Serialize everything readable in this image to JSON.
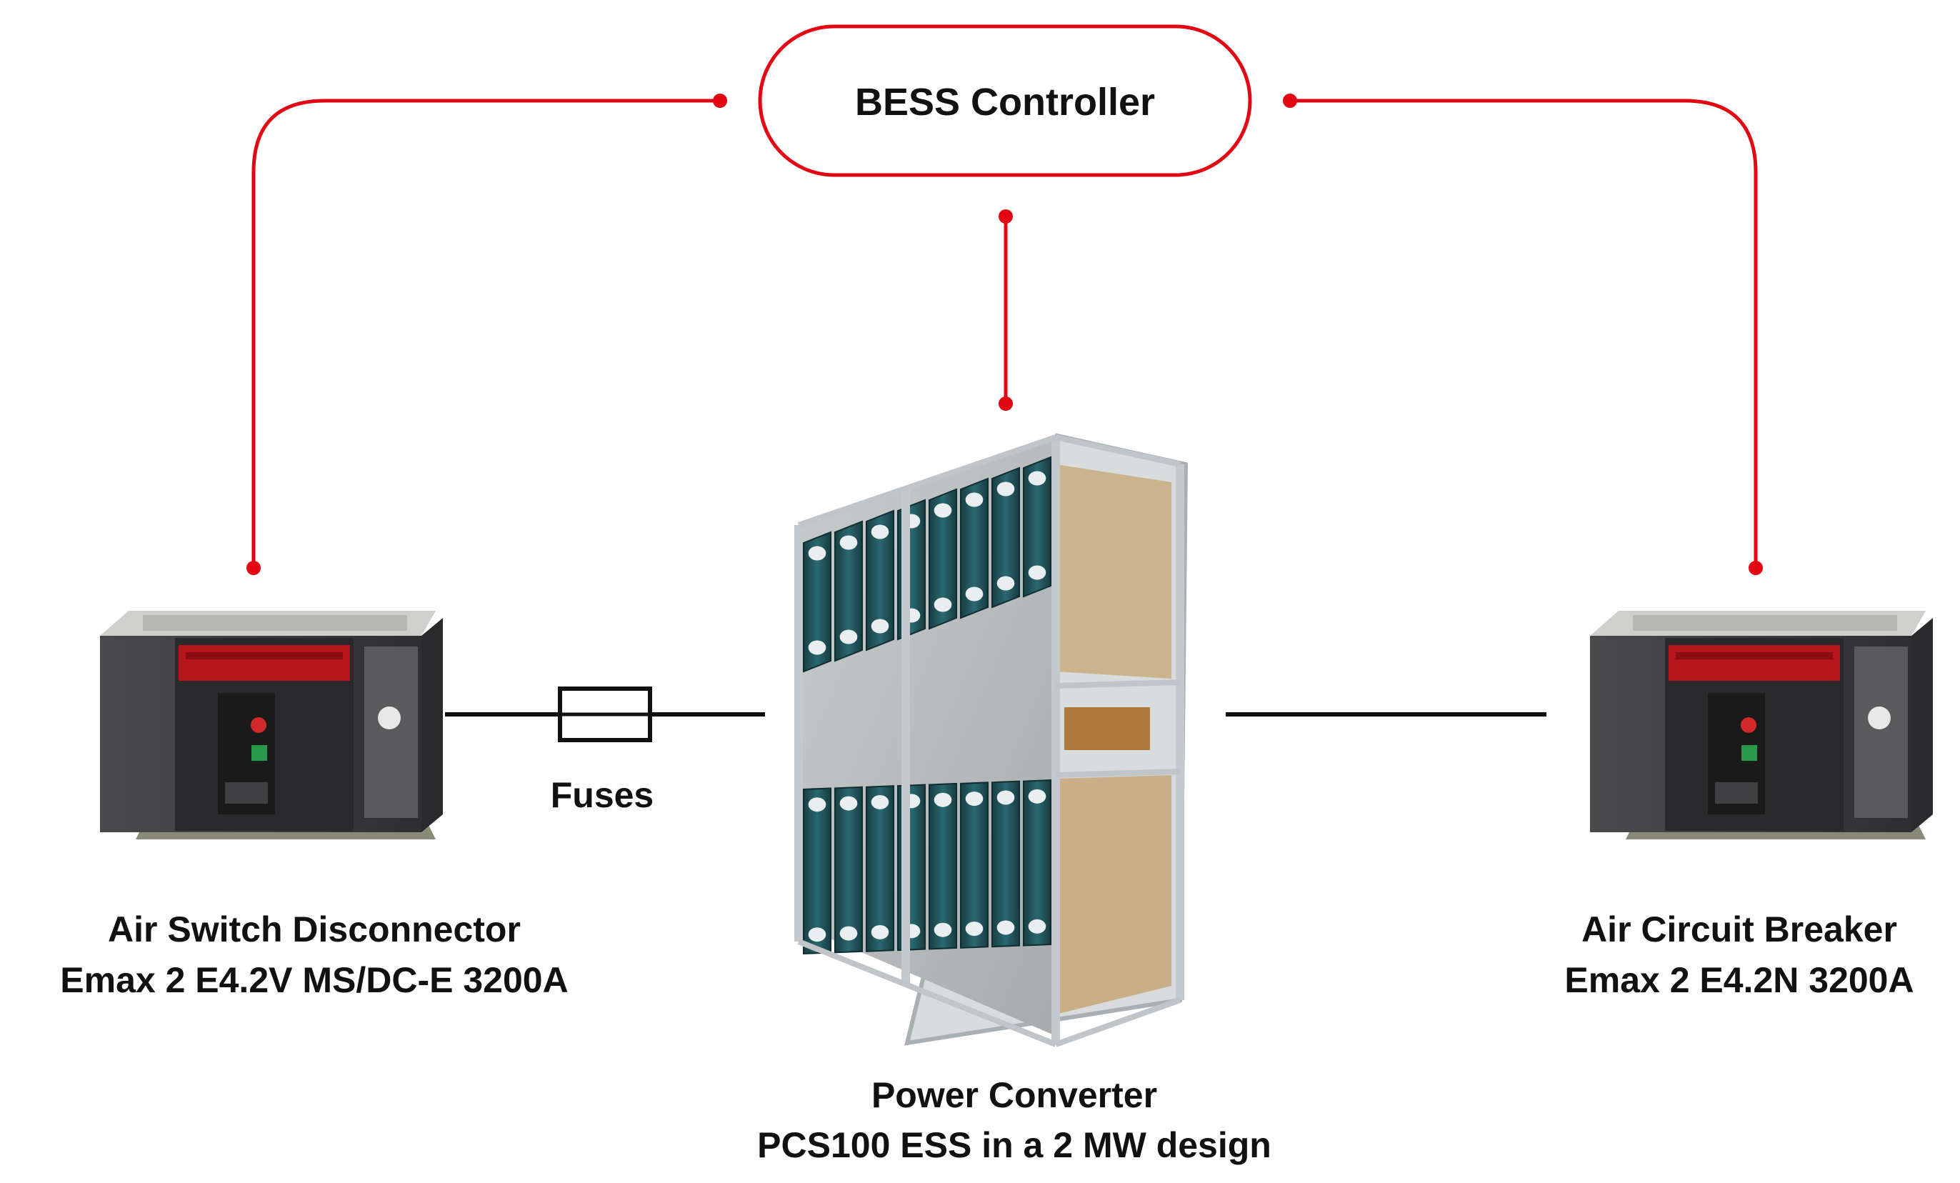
{
  "colors": {
    "link_red": "#e30613",
    "power_line": "#111111",
    "breaker_body": "#3b3b3d",
    "breaker_front": "#2a2a2c",
    "panel_red": "#b8141b",
    "module_teal": "#1f4f55",
    "sheet_metal": "#b9bcbd",
    "frame_steel": "#cfd4d6",
    "copper_panel": "#c9ae88"
  },
  "icons": {
    "controller": "rounded-rect-node",
    "fuse": "fuse-symbol",
    "switch_disconnector": "air-breaker-icon",
    "circuit_breaker": "air-breaker-icon",
    "converter": "converter-cabinet-icon"
  },
  "controller": {
    "label": "BESS Controller"
  },
  "fuse": {
    "label": "Fuses"
  },
  "left_device": {
    "line1": "Air Switch Disconnector",
    "line2": "Emax 2 E4.2V MS/DC-E 3200A"
  },
  "converter": {
    "line1": "Power Converter",
    "line2": "PCS100 ESS in a 2 MW design"
  },
  "right_device": {
    "line1": "Air Circuit Breaker",
    "line2": "Emax 2 E4.2N 3200A"
  }
}
